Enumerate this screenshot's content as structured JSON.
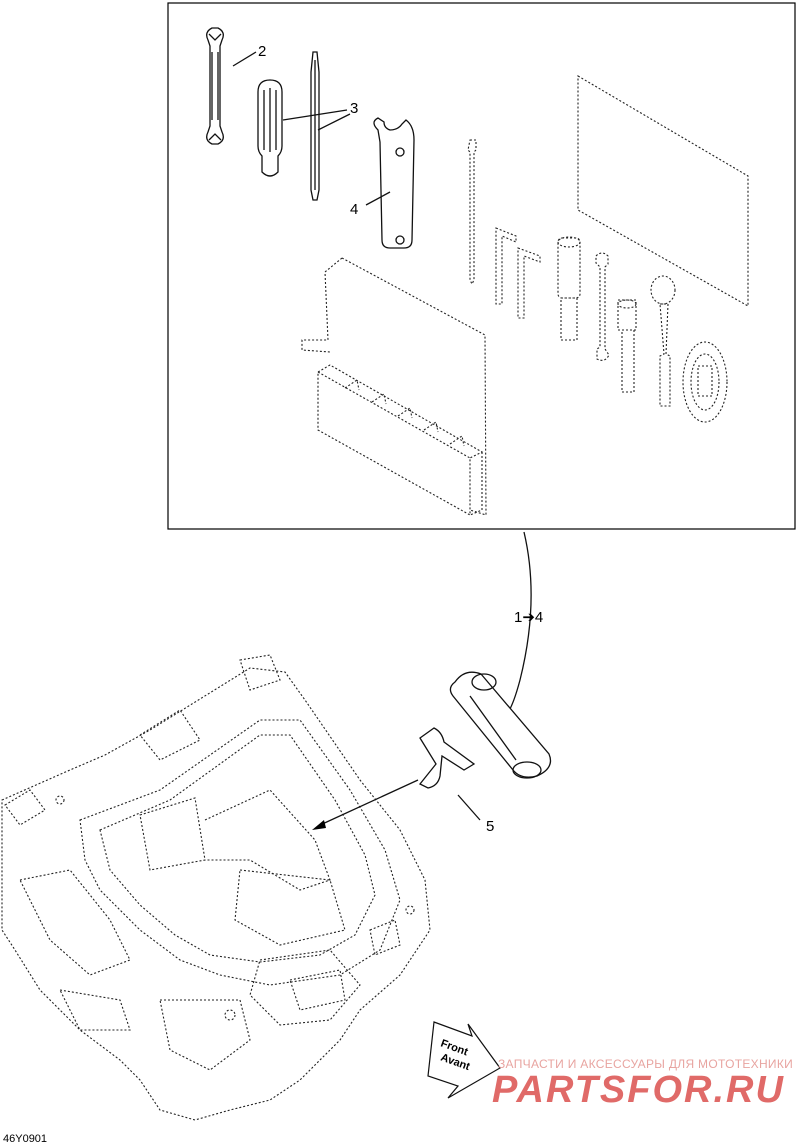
{
  "callouts": {
    "c2": "2",
    "c3": "3",
    "c4": "4",
    "c14": "1➔4",
    "c5": "5"
  },
  "direction_arrow": {
    "line1": "Front",
    "line2": "Avant"
  },
  "figure_code": "46Y0901",
  "watermark": {
    "tagline": "ЗАПЧАСТИ И АКСЕССУАРЫ ДЛЯ МОТОТЕХНИКИ",
    "logo": "PARTSFOR.RU"
  }
}
